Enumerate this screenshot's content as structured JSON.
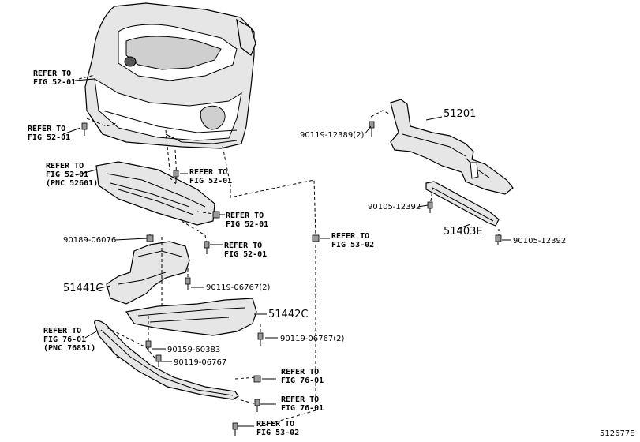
{
  "refer": {
    "r1": [
      "REFER TO",
      "FIG 52-01"
    ],
    "r2": [
      "REFER TO",
      "FIG 52-01"
    ],
    "r3": [
      "REFER TO",
      "FIG 52-01",
      "(PNC 52601)"
    ],
    "r4": [
      "REFER TO",
      "FIG 52-01"
    ],
    "r5": [
      "REFER TO",
      "FIG 52-01"
    ],
    "r6": [
      "REFER TO",
      "FIG 52-01"
    ],
    "r7": [
      "REFER TO",
      "FIG 53-02"
    ],
    "r8": [
      "REFER TO",
      "FIG 76-01",
      "(PNC 76851)"
    ],
    "r9": [
      "REFER TO",
      "FIG 76-01"
    ],
    "r10": [
      "REFER TO",
      "FIG 76-01"
    ],
    "r11": [
      "REFER TO",
      "FIG 53-02"
    ]
  },
  "parts": {
    "p51201": "51201",
    "p51403E": "51403E",
    "p51441C": "51441C",
    "p51442C": "51442C"
  },
  "bolts": {
    "b1": "90119-12389(2)",
    "b2": "90105-12392",
    "b3": "90105-12392",
    "b4": "90189-06076",
    "b5": "90119-06767(2)",
    "b6": "90119-06767(2)",
    "b7": "90159-60383",
    "b8": "90119-06767"
  },
  "figure_code": "512677E"
}
